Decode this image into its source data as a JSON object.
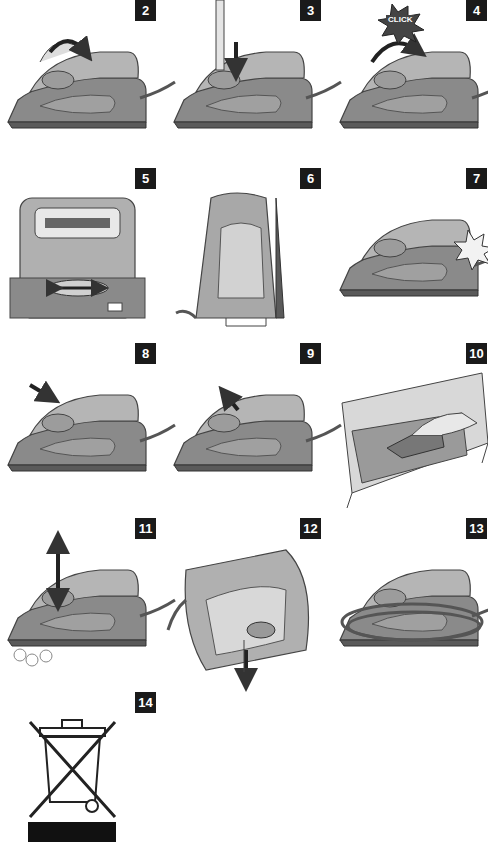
{
  "diagram": {
    "labels": [
      "2",
      "3",
      "4",
      "CLICK",
      "5",
      "6",
      "7",
      "8",
      "9",
      "10",
      "11",
      "12",
      "13",
      "14"
    ]
  }
}
